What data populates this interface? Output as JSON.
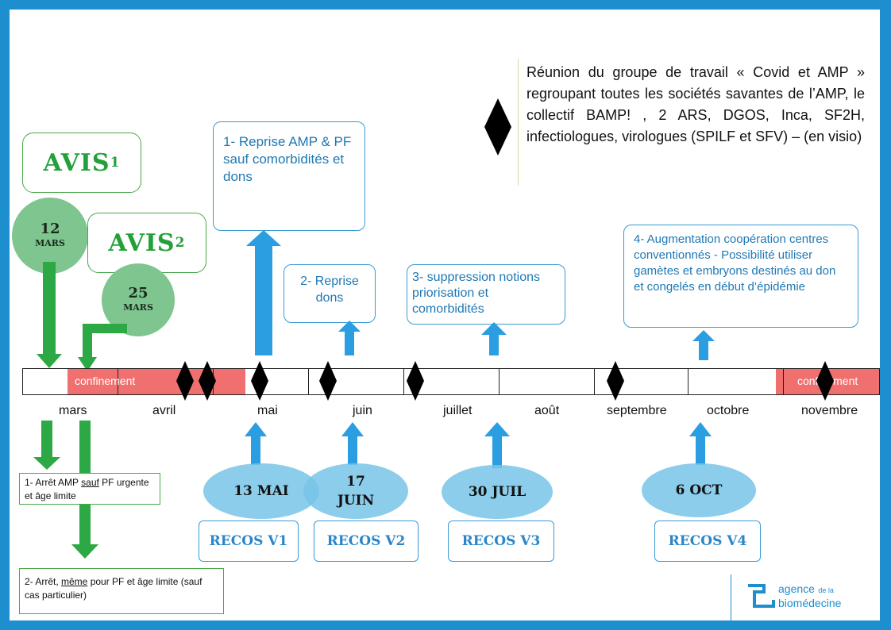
{
  "legend": {
    "text": "Réunion du groupe de travail « Covid et AMP » regroupant toutes les sociétés savantes de l’AMP, le collectif BAMP! , 2 ARS, DGOS, Inca, SF2H, infectiologues, virologues (SPILF et SFV) – (en visio)"
  },
  "avis": [
    {
      "label": "AVIS",
      "sup": "1",
      "day": "12",
      "month": "MARS"
    },
    {
      "label": "AVIS",
      "sup": "2",
      "day": "25",
      "month": "MARS"
    }
  ],
  "blue_boxes": [
    {
      "text": "1- Reprise AMP & PF sauf comorbidités et dons"
    },
    {
      "text": "2- Reprise dons"
    },
    {
      "text": "3- suppression notions priorisation et comorbidités"
    },
    {
      "text": "4- Augmentation coopération centres conventionnés - Possibilité utiliser gamètes et embryons destinés au don et congelés en début d’épidémie"
    }
  ],
  "timeline": {
    "confinement_label": "confinement",
    "confinement_label_2": "confinement",
    "months": [
      "mars",
      "avril",
      "mai",
      "juin",
      "juillet",
      "août",
      "septembre",
      "octobre",
      "novembre"
    ]
  },
  "recos": [
    {
      "date": "13 MAI",
      "label": "RECOS V1"
    },
    {
      "date": "17 JUIN",
      "label": "RECOS V2"
    },
    {
      "date": "30 JUIL",
      "label": "RECOS V3"
    },
    {
      "date": "6 OCT",
      "label": "RECOS V4"
    }
  ],
  "notes": {
    "note1": {
      "a": "1- Arrêt AMP ",
      "u": "sauf",
      "b": " PF urgente et âge limite"
    },
    "note2": {
      "a": "2- Arrêt, ",
      "u": "même",
      "b": " pour PF et âge limite (sauf cas particulier)"
    }
  },
  "logo": {
    "line1": "agence",
    "line1_small": "de la",
    "line2": "biomédecine"
  },
  "colors": {
    "frame": "#1d8fcf",
    "green": "#23a03a",
    "blue": "#1f78b4",
    "confinement": "#f07070"
  }
}
